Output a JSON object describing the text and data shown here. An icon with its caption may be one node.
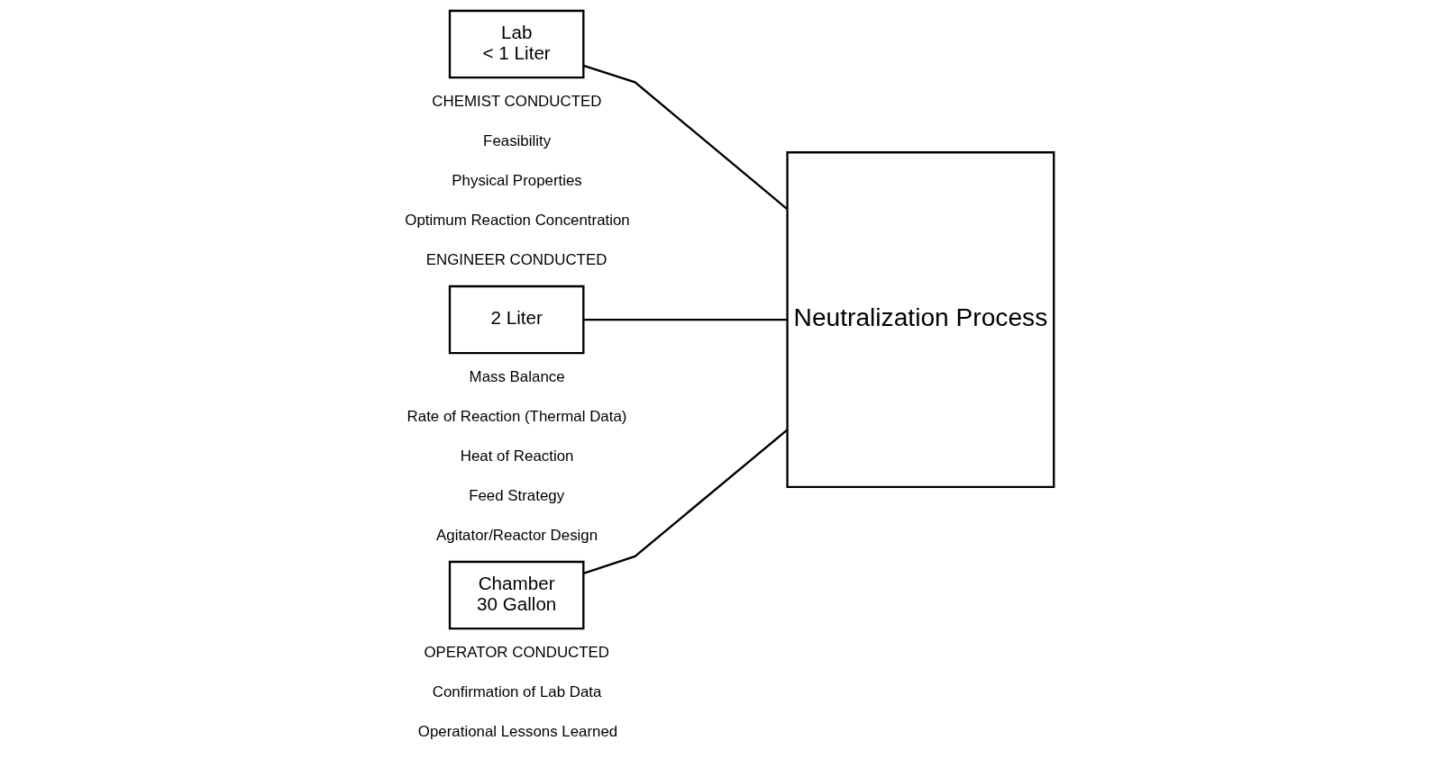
{
  "diagram": {
    "nodes": [
      {
        "text": [
          "Lab",
          "< 1 Liter"
        ]
      },
      {
        "text": [
          "2 Liter"
        ]
      },
      {
        "text": [
          "Chamber",
          "30 Gallon"
        ]
      },
      {
        "text": [
          "Neutralization Process"
        ]
      }
    ],
    "edges": [
      {
        "from": 0,
        "to": 3,
        "arrow": "none"
      },
      {
        "from": 1,
        "to": 3,
        "arrow": "none"
      },
      {
        "from": 2,
        "to": 3,
        "arrow": "none"
      }
    ],
    "labels": [
      "CHEMIST CONDUCTED",
      "Feasibility",
      "Physical Properties",
      "Optimum Reaction Concentration",
      "ENGINEER CONDUCTED",
      "Mass Balance",
      "Rate of Reaction (Thermal Data)",
      "Heat of Reaction",
      "Feed Strategy",
      "Agitator/Reactor Design",
      "OPERATOR CONDUCTED",
      "Confirmation of Lab Data",
      "Operational Lessons Learned"
    ]
  }
}
